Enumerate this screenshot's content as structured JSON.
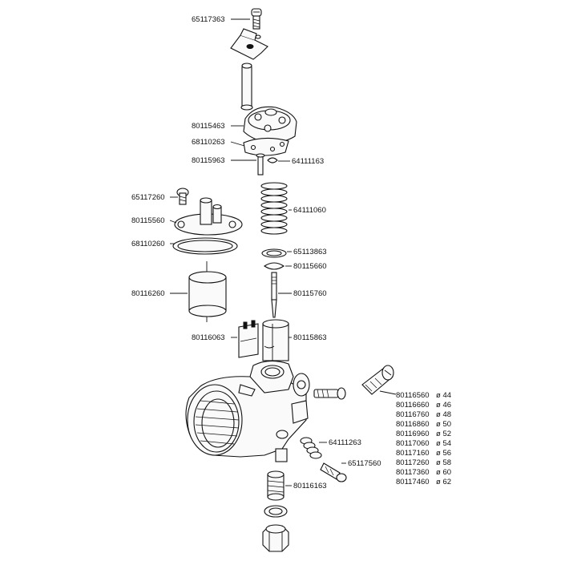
{
  "labels": {
    "p65117363": "65117363",
    "p80115463": "80115463",
    "p68110263": "68110263",
    "p80115963": "80115963",
    "p64111163": "64111163",
    "p65117260": "65117260",
    "p80115560": "80115560",
    "p68110260": "68110260",
    "p64111060": "64111060",
    "p65113863": "65113863",
    "p80115660": "80115660",
    "p80116260": "80116260",
    "p80115760": "80115760",
    "p80116063": "80116063",
    "p80115863": "80115863",
    "p64111263": "64111263",
    "p65117560": "65117560",
    "p80116163": "80116163"
  },
  "jet_table": [
    {
      "part": "80116560",
      "size": "ø 44"
    },
    {
      "part": "80116660",
      "size": "ø 46"
    },
    {
      "part": "80116760",
      "size": "ø 48"
    },
    {
      "part": "80116860",
      "size": "ø 50"
    },
    {
      "part": "80116960",
      "size": "ø 52"
    },
    {
      "part": "80117060",
      "size": "ø 54"
    },
    {
      "part": "80117160",
      "size": "ø 56"
    },
    {
      "part": "80117260",
      "size": "ø 58"
    },
    {
      "part": "80117360",
      "size": "ø 60"
    },
    {
      "part": "80117460",
      "size": "ø 62"
    }
  ]
}
